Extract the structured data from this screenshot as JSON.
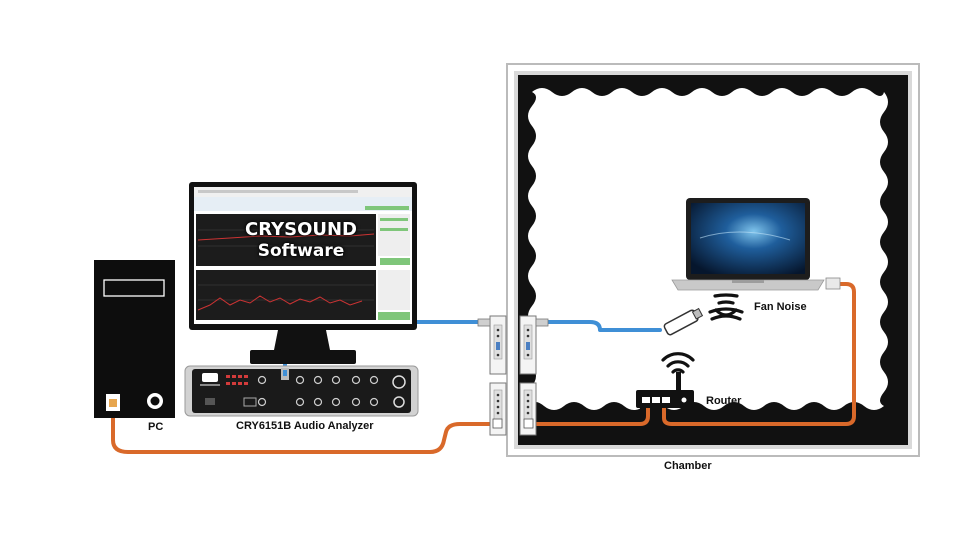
{
  "labels": {
    "pc": "PC",
    "analyzer": "CRY6151B Audio Analyzer",
    "software_line1": "CRYSOUND",
    "software_line2": "Software",
    "chamber": "Chamber",
    "fan_noise": "Fan Noise",
    "router": "Router"
  },
  "colors": {
    "usb_cable": "#3f8fd6",
    "ethernet_cable": "#d9692a",
    "chamber_wall": "#111111",
    "chamber_frame": "#d9d9d9"
  }
}
